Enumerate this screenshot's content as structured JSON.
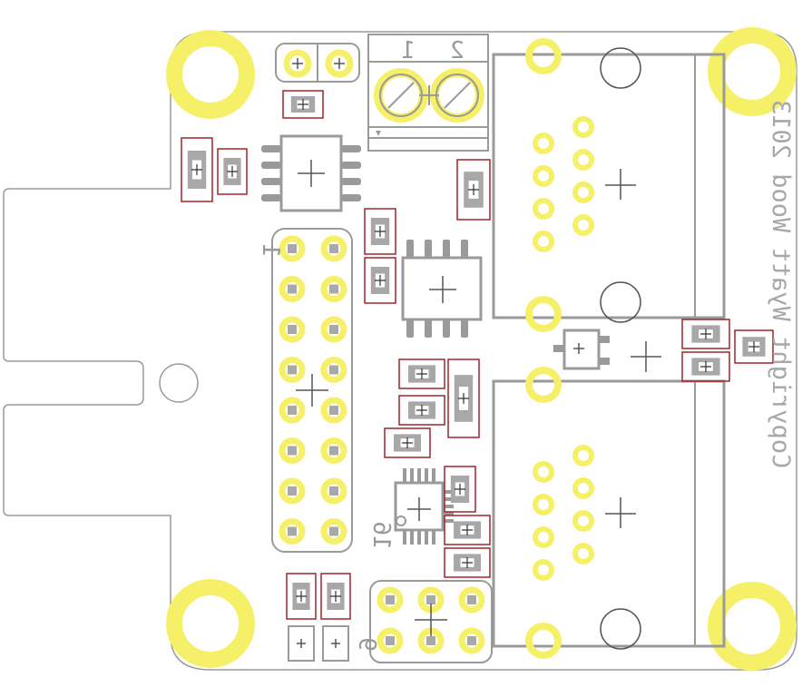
{
  "board": {
    "copyright": "Copyright Wyatt Wood 2013",
    "header_pin_1_label": "1",
    "header_pin_16_label": "16",
    "terminal_labels": [
      "1",
      "2"
    ],
    "corner_label": "9"
  },
  "colors": {
    "background": "#ffffff",
    "outline": "#9a9a9a",
    "pad_ring": "#f6f068",
    "pad_center": "#a8a8a8",
    "smd_body": "#a8a8a8",
    "smd_outline": "#a0262a",
    "silkscreen": "#9a9a9a"
  }
}
